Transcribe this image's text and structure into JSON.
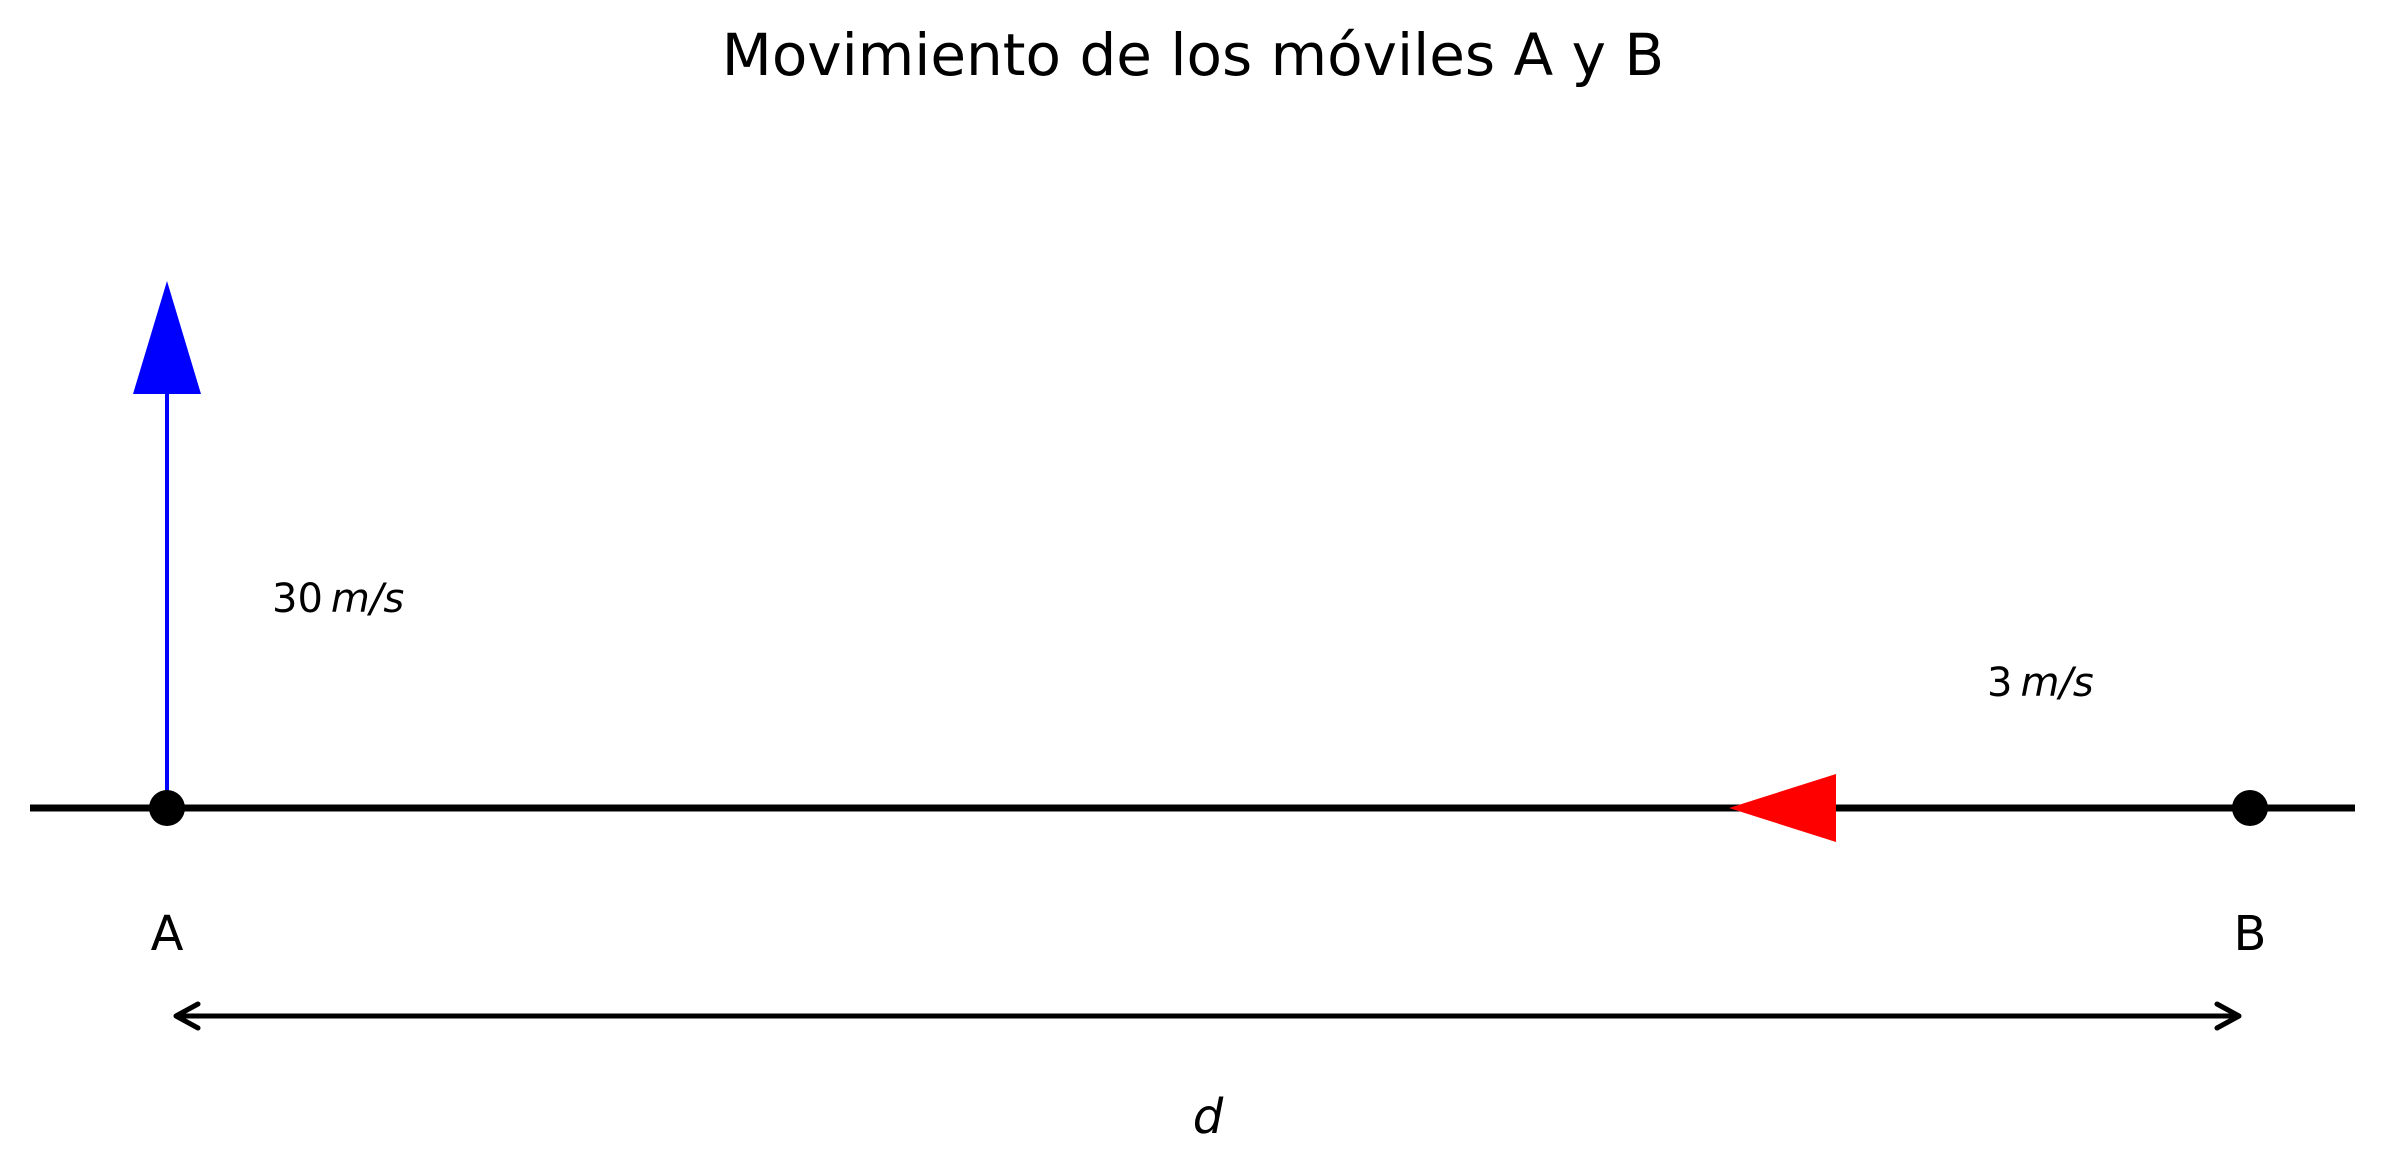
{
  "title": "Movimiento de los móviles A y B",
  "points": {
    "a_label": "A",
    "b_label": "B"
  },
  "velocities": {
    "a": {
      "value": "30",
      "unit": "m/s",
      "color": "#0000ff",
      "direction": "up"
    },
    "b": {
      "value": "3",
      "unit": "m/s",
      "color": "#ff0000",
      "direction": "left"
    }
  },
  "distance_label": "d",
  "colors": {
    "track": "#000000",
    "points": "#000000",
    "distance_arrow": "#000000"
  }
}
